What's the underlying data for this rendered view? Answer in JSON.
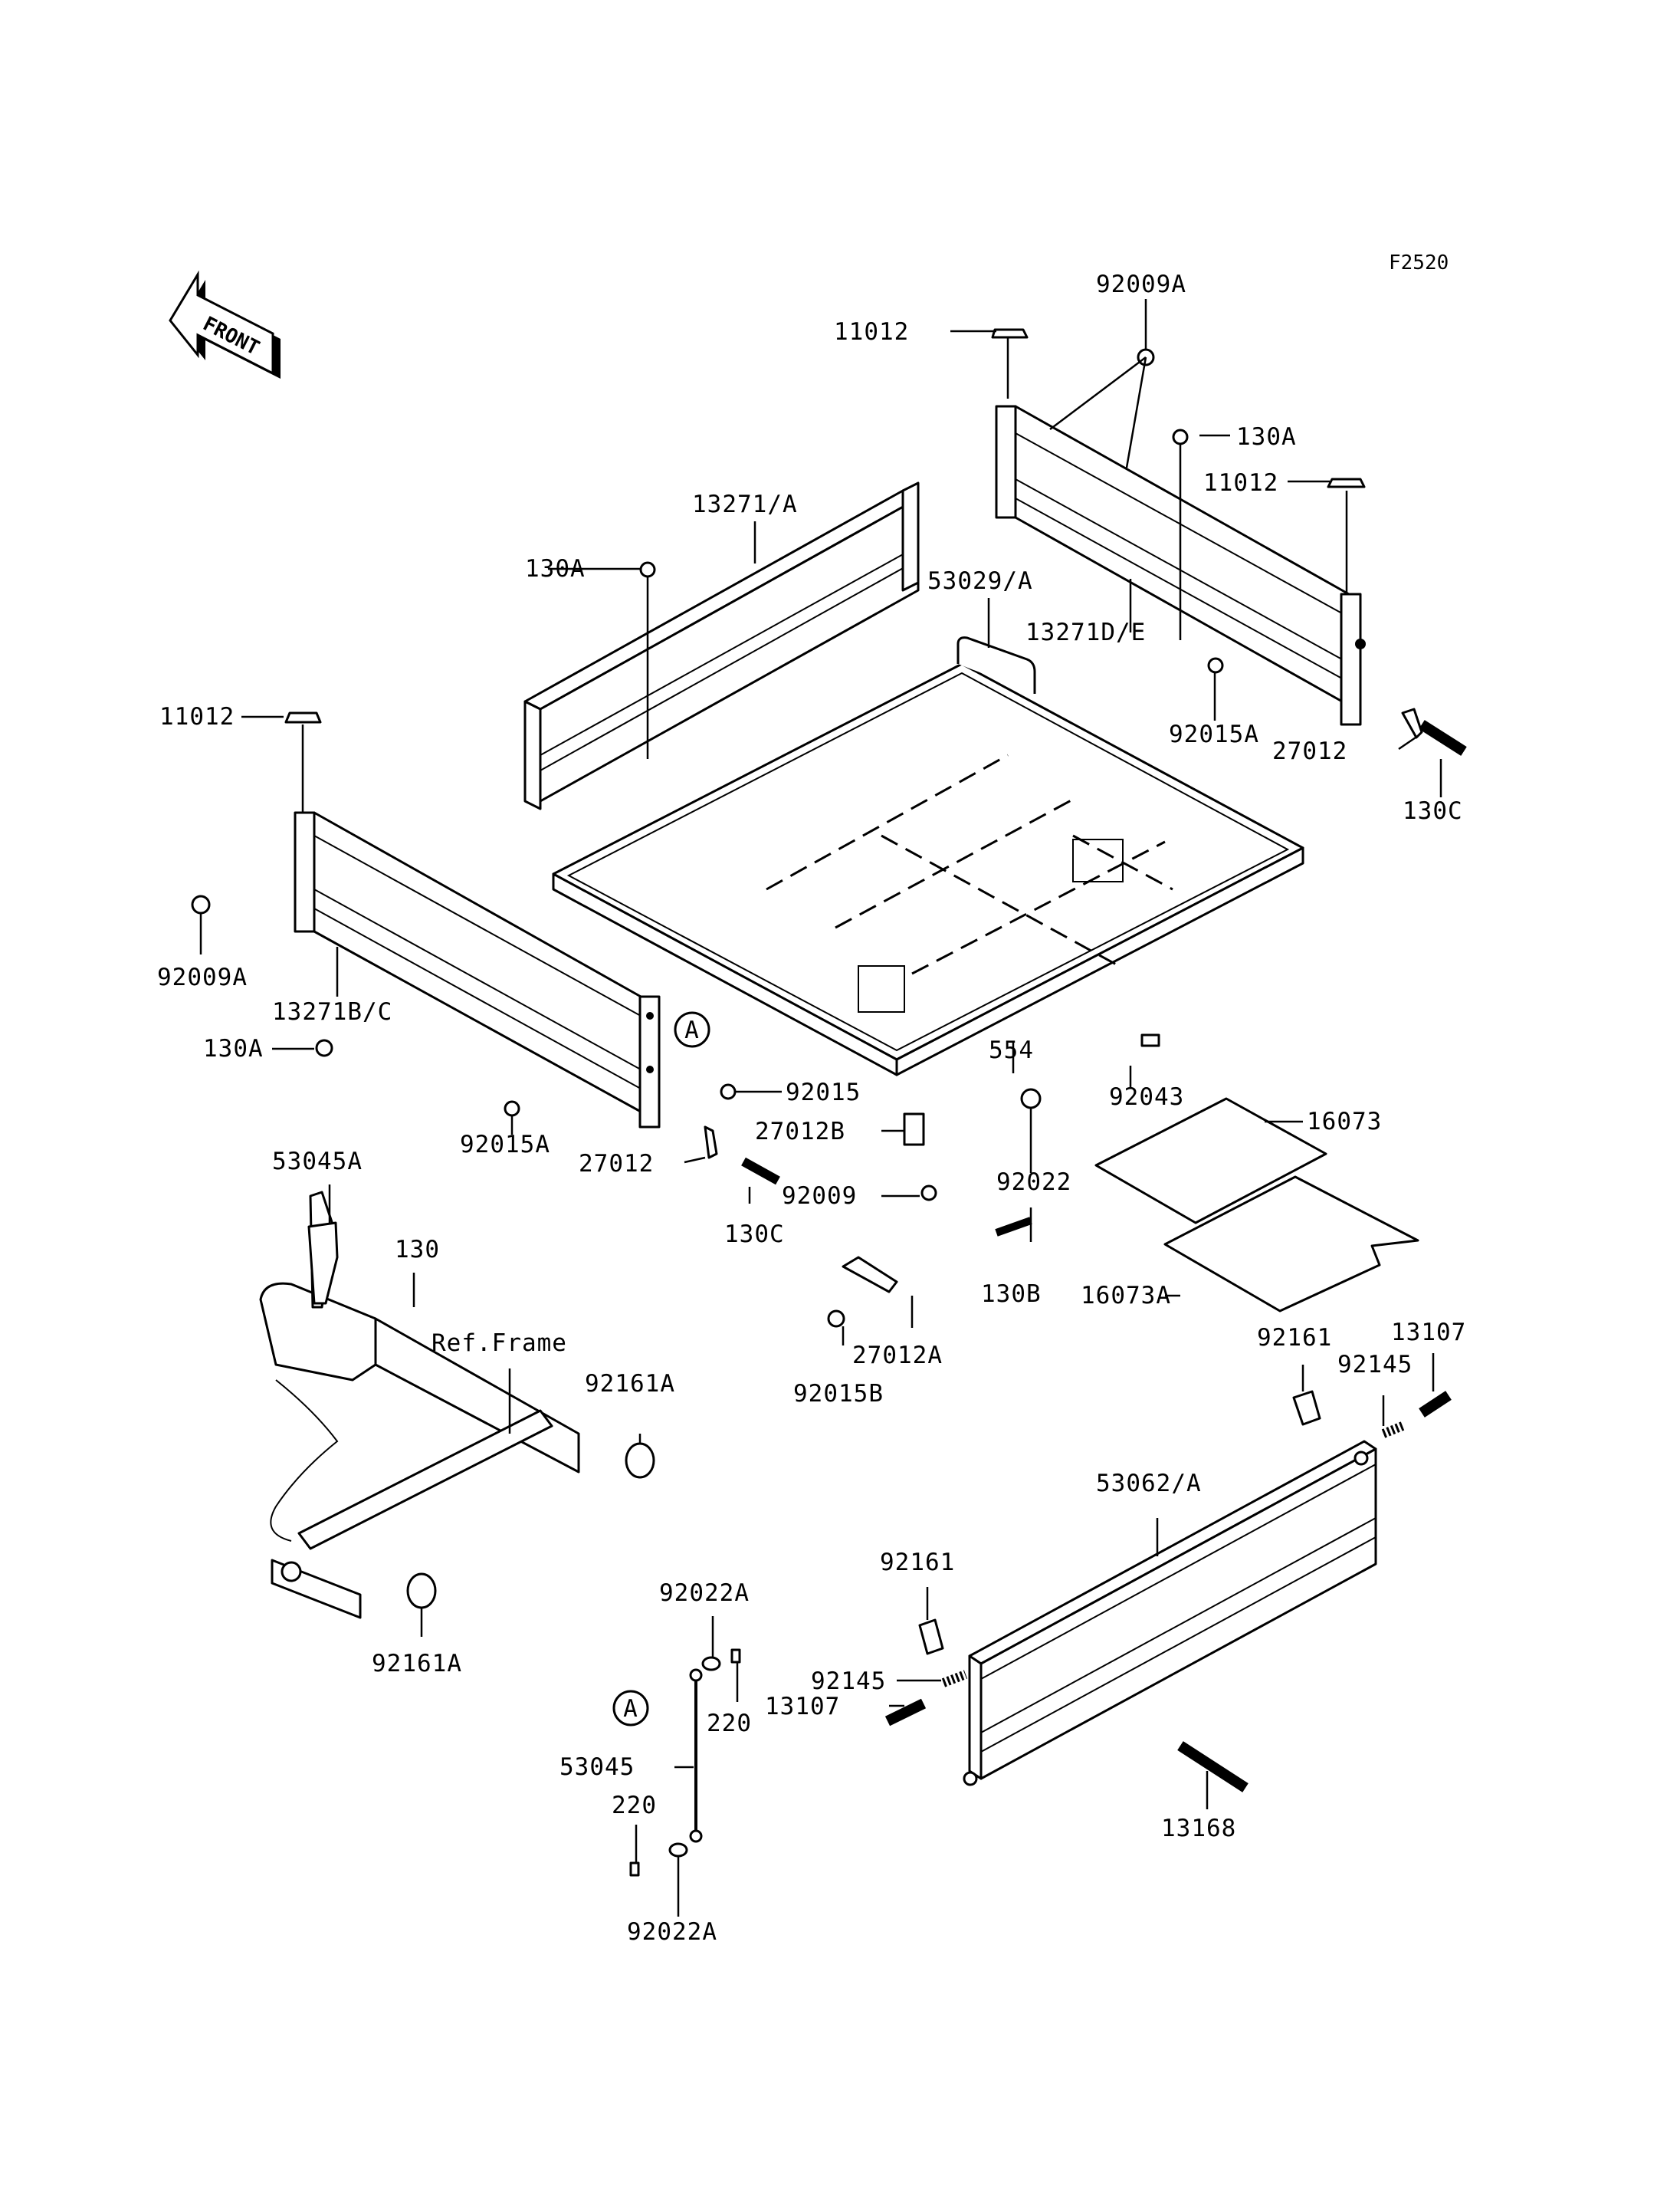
{
  "figure_code": "F2520",
  "front_arrow": {
    "label": "FRONT",
    "icon": "front-direction-arrow-icon"
  },
  "callouts": {
    "a_top": "A",
    "a_bottom": "A"
  },
  "frame_reference": "Ref.Frame",
  "parts": {
    "p11012_a": "11012",
    "p11012_b": "11012",
    "p11012_c": "11012",
    "p92009a_a": "92009A",
    "p92009a_b": "92009A",
    "p130a_a": "130A",
    "p130a_b": "130A",
    "p130a_c": "130A",
    "p13271a": "13271/A",
    "p53029a": "53029/A",
    "p13271de": "13271D/E",
    "p92015a_a": "92015A",
    "p92015a_b": "92015A",
    "p27012_a": "27012",
    "p27012_b": "27012",
    "p130c_a": "130C",
    "p130c_b": "130C",
    "p13271bc": "13271B/C",
    "p92015": "92015",
    "p554": "554",
    "p92043": "92043",
    "p16073": "16073",
    "p27012b": "27012B",
    "p92022": "92022",
    "p92009": "92009",
    "p53045a": "53045A",
    "p130": "130",
    "p92161a_a": "92161A",
    "p92161a_b": "92161A",
    "p130b": "130B",
    "p16073a": "16073A",
    "p27012a": "27012A",
    "p92015b": "92015B",
    "p92161_a": "92161",
    "p92161_b": "92161",
    "p92145_a": "92145",
    "p92145_b": "92145",
    "p13107_a": "13107",
    "p13107_b": "13107",
    "p53062a": "53062/A",
    "p92022a_a": "92022A",
    "p92022a_b": "92022A",
    "p220_a": "220",
    "p220_b": "220",
    "p53045": "53045",
    "p13168": "13168"
  }
}
